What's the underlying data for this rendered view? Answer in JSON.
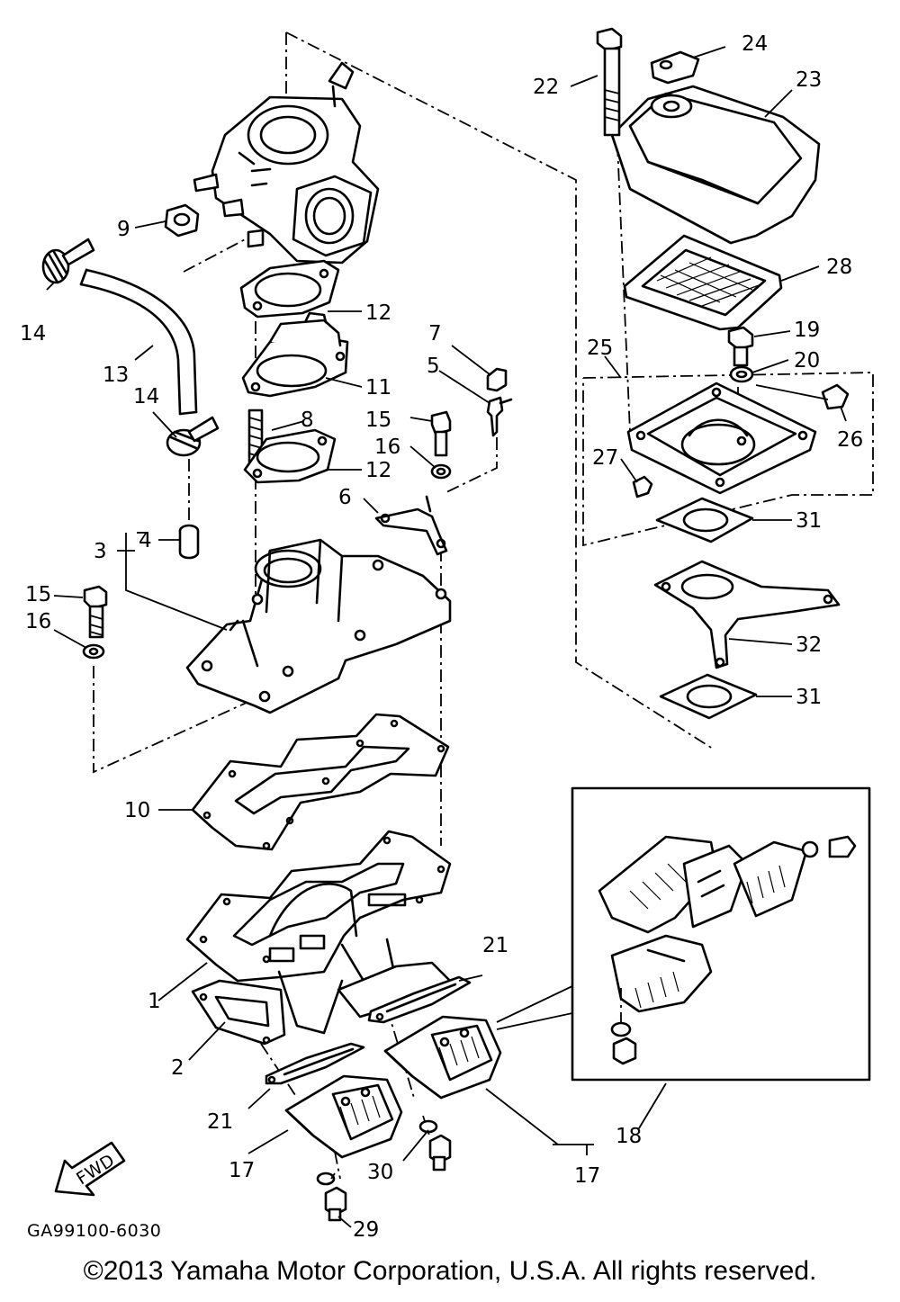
{
  "diagram": {
    "part_numbers": [
      "1",
      "2",
      "3",
      "4",
      "5",
      "6",
      "7",
      "8",
      "9",
      "10",
      "11",
      "12",
      "13",
      "14",
      "15",
      "16",
      "17",
      "18",
      "19",
      "20",
      "21",
      "22",
      "23",
      "24",
      "25",
      "26",
      "27",
      "28",
      "29",
      "30",
      "31",
      "32"
    ],
    "labels": {
      "p1": "1",
      "p2": "2",
      "p3": "3",
      "p4": "4",
      "p5": "5",
      "p6": "6",
      "p7": "7",
      "p8": "8",
      "p9": "9",
      "p10": "10",
      "p11": "11",
      "p12a": "12",
      "p12b": "12",
      "p13": "13",
      "p14a": "14",
      "p14b": "14",
      "p15a": "15",
      "p15b": "15",
      "p16a": "16",
      "p16b": "16",
      "p17a": "17",
      "p17b": "17",
      "p18": "18",
      "p19": "19",
      "p20": "20",
      "p21a": "21",
      "p21b": "21",
      "p22": "22",
      "p23": "23",
      "p24": "24",
      "p25": "25",
      "p26": "26",
      "p27": "27",
      "p28": "28",
      "p29": "29",
      "p30": "30",
      "p31a": "31",
      "p31b": "31",
      "p32": "32"
    },
    "fwd_label": "FWD",
    "drawing_code": "GA99100-6030"
  },
  "footer": {
    "copyright": "©2013 Yamaha Motor Corporation, U.S.A. All rights reserved."
  }
}
